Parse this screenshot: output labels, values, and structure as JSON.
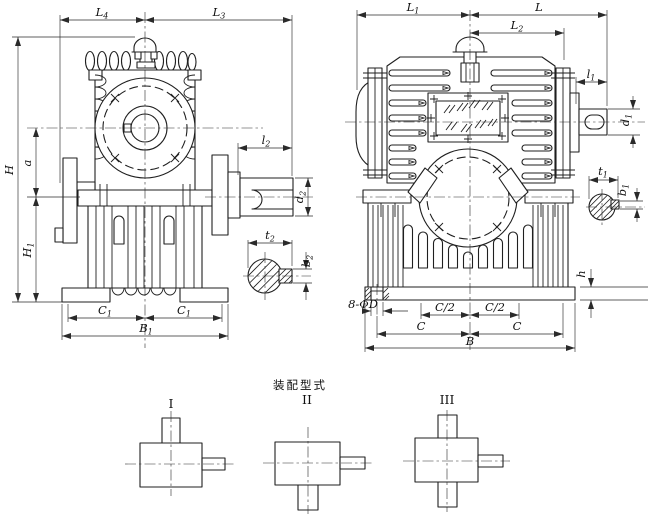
{
  "labels": {
    "L4": {
      "b": "L",
      "s": "4"
    },
    "L3": {
      "b": "L",
      "s": "3"
    },
    "H": {
      "b": "H",
      "s": ""
    },
    "a": {
      "b": "a",
      "s": ""
    },
    "H1": {
      "b": "H",
      "s": "1"
    },
    "l2": {
      "b": "l",
      "s": "2"
    },
    "d2": {
      "b": "d",
      "s": "2"
    },
    "C1a": {
      "b": "C",
      "s": "1"
    },
    "C1b": {
      "b": "C",
      "s": "1"
    },
    "B1": {
      "b": "B",
      "s": "1"
    },
    "t2": {
      "b": "t",
      "s": "2"
    },
    "b2": {
      "b": "b",
      "s": "2"
    },
    "L1": {
      "b": "L",
      "s": "1"
    },
    "L": {
      "b": "L",
      "s": ""
    },
    "L2": {
      "b": "L",
      "s": "2"
    },
    "l1": {
      "b": "l",
      "s": "1"
    },
    "d1": {
      "b": "d",
      "s": "1"
    },
    "t1": {
      "b": "t",
      "s": "1"
    },
    "b1": {
      "b": "b",
      "s": "1"
    },
    "h": {
      "b": "h",
      "s": ""
    },
    "holes": {
      "b": "8-ΦD",
      "s": ""
    },
    "C2a": {
      "b": "C/2",
      "s": ""
    },
    "C2b": {
      "b": "C/2",
      "s": ""
    },
    "Ca": {
      "b": "C",
      "s": ""
    },
    "Cb": {
      "b": "C",
      "s": ""
    },
    "B": {
      "b": "B",
      "s": ""
    }
  },
  "assembly": {
    "title": "装配型式",
    "types": [
      "I",
      "II",
      "III"
    ]
  }
}
